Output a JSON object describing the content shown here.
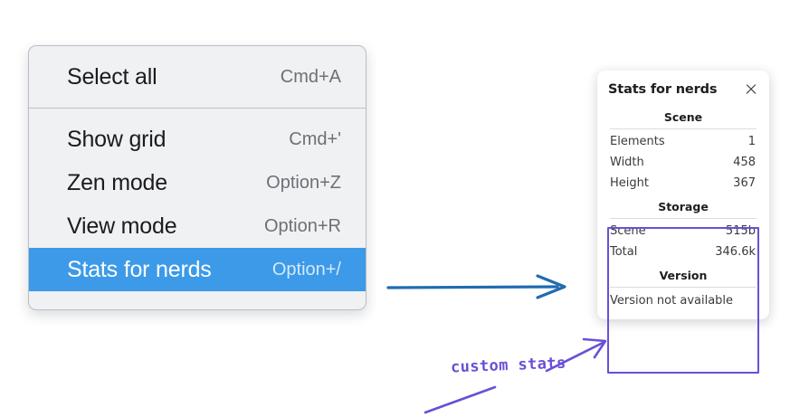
{
  "menu": {
    "name": "context-menu",
    "groups": [
      {
        "items": [
          {
            "label": "Select all",
            "accel": "Cmd+A",
            "selected": false,
            "key": "select-all"
          }
        ]
      },
      {
        "items": [
          {
            "label": "Show grid",
            "accel": "Cmd+'",
            "selected": false,
            "key": "show-grid"
          },
          {
            "label": "Zen mode",
            "accel": "Option+Z",
            "selected": false,
            "key": "zen-mode"
          },
          {
            "label": "View mode",
            "accel": "Option+R",
            "selected": false,
            "key": "view-mode"
          },
          {
            "label": "Stats for nerds",
            "accel": "Option+/",
            "selected": true,
            "key": "stats-for-nerds"
          }
        ]
      }
    ]
  },
  "stats_panel": {
    "title": "Stats for nerds",
    "close_label": "close-icon",
    "sections": [
      {
        "heading": "Scene",
        "rows": [
          {
            "key": "Elements",
            "value": "1"
          },
          {
            "key": "Width",
            "value": "458"
          },
          {
            "key": "Height",
            "value": "367"
          }
        ]
      },
      {
        "heading": "Storage",
        "rows": [
          {
            "key": "Scene",
            "value": "515b"
          },
          {
            "key": "Total",
            "value": "346.6k"
          }
        ]
      },
      {
        "heading": "Version",
        "single_line": "Version not available"
      }
    ]
  },
  "annotations": {
    "custom_stats_label": "custom stats",
    "blue_arrow_name": "blue-flow-arrow",
    "purple_arrow_name": "purple-callout-arrow"
  },
  "colors": {
    "menu_highlight": "#3c9ae8",
    "menu_background": "#f0f1f3",
    "annotation_purple": "#6b4fd6",
    "annotation_blue": "#1f6cb0"
  }
}
